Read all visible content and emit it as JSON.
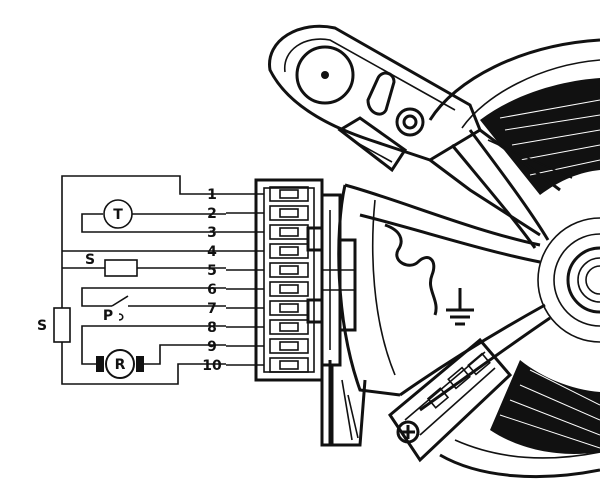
{
  "diagram": {
    "pins": [
      "1",
      "2",
      "3",
      "4",
      "5",
      "6",
      "7",
      "8",
      "9",
      "10"
    ],
    "labels": {
      "thermal_protector": "T",
      "motor_rotor": "R",
      "stator_winding_upper": "S",
      "stator_winding_left": "S",
      "pulse_sensor": "P"
    },
    "symbols": {
      "ground": "ground-icon"
    }
  }
}
